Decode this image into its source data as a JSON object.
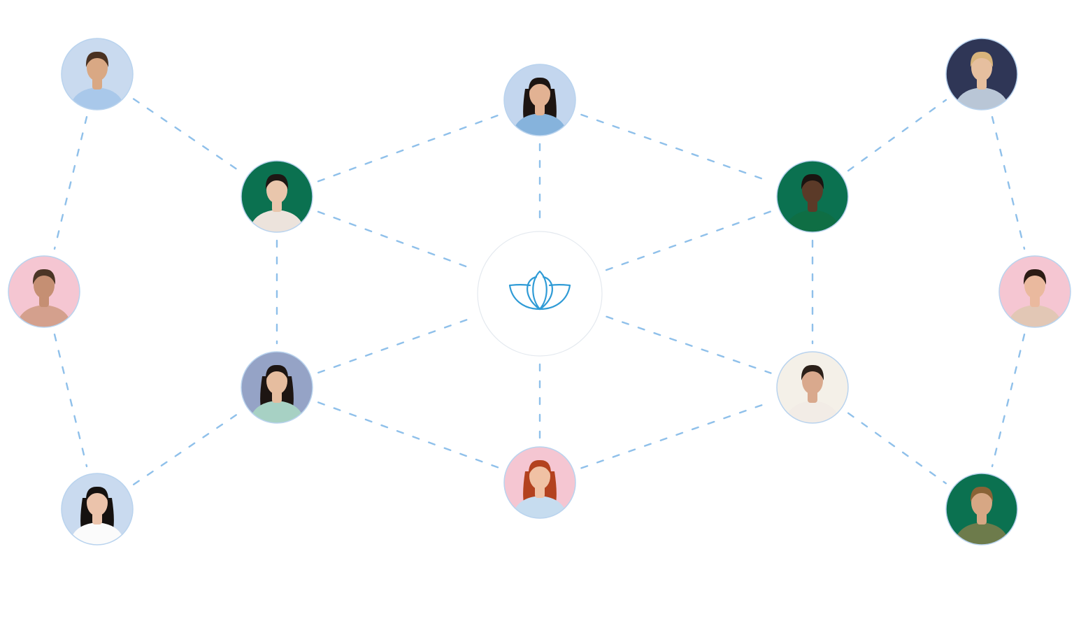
{
  "colors": {
    "connector": "#8fc0ea",
    "hub_icon": "#2f9bd6",
    "hub_background": "#ffffff"
  },
  "hub": {
    "icon": "lotus-icon"
  },
  "people": [
    {
      "id": "p1",
      "background": "#c9daef",
      "skin": "#d9a884",
      "hair": "#4a3222",
      "shirt": "#a9c8ea",
      "long_hair": false
    },
    {
      "id": "p2",
      "background": "#c3d6ee",
      "skin": "#e2b293",
      "hair": "#1d1512",
      "shirt": "#86b3dc",
      "long_hair": true
    },
    {
      "id": "p3",
      "background": "#2f3656",
      "skin": "#e6bf9f",
      "hair": "#d8b47b",
      "shirt": "#b9c6d6",
      "long_hair": false
    },
    {
      "id": "p4",
      "background": "#0b7150",
      "skin": "#e9c6ac",
      "hair": "#1e1714",
      "shirt": "#ece3dc",
      "long_hair": false
    },
    {
      "id": "p5",
      "background": "#0b7150",
      "skin": "#5b3a28",
      "hair": "#1a1411",
      "shirt": "#0f6e44",
      "long_hair": false
    },
    {
      "id": "p6",
      "background": "#f5c6d2",
      "skin": "#c58f73",
      "hair": "#4b3526",
      "shirt": "#d4a08d",
      "long_hair": false
    },
    {
      "id": "p7",
      "background": "#f5c6d2",
      "skin": "#eab99e",
      "hair": "#2c1c15",
      "shirt": "#e2c7b5",
      "long_hair": false
    },
    {
      "id": "p8",
      "background": "#95a3c6",
      "skin": "#e6bd9f",
      "hair": "#1d1512",
      "shirt": "#a7d1c4",
      "long_hair": true
    },
    {
      "id": "p9",
      "background": "#f4f0e8",
      "skin": "#d9a98d",
      "hair": "#2b2019",
      "shirt": "#f2ece6",
      "long_hair": false
    },
    {
      "id": "p10",
      "background": "#c9daef",
      "skin": "#ebc3ab",
      "hair": "#15110f",
      "shirt": "#fbfbfb",
      "long_hair": true
    },
    {
      "id": "p11",
      "background": "#f5c6d2",
      "skin": "#f0c1a4",
      "hair": "#b3421f",
      "shirt": "#c6dcef",
      "long_hair": true
    },
    {
      "id": "p12",
      "background": "#0b7150",
      "skin": "#d7a784",
      "hair": "#8a6336",
      "shirt": "#6d7b4b",
      "long_hair": false
    }
  ],
  "connections": [
    [
      "p1",
      "p6"
    ],
    [
      "p1",
      "p4"
    ],
    [
      "p6",
      "p10"
    ],
    [
      "p10",
      "p8"
    ],
    [
      "p4",
      "p2"
    ],
    [
      "p4",
      "p8"
    ],
    [
      "p4",
      "hub"
    ],
    [
      "p2",
      "p5"
    ],
    [
      "p2",
      "hub"
    ],
    [
      "p8",
      "hub"
    ],
    [
      "p8",
      "p11"
    ],
    [
      "hub",
      "p5"
    ],
    [
      "hub",
      "p9"
    ],
    [
      "hub",
      "p11"
    ],
    [
      "p11",
      "p9"
    ],
    [
      "p5",
      "p3"
    ],
    [
      "p5",
      "p9"
    ],
    [
      "p3",
      "p7"
    ],
    [
      "p7",
      "p12"
    ],
    [
      "p9",
      "p12"
    ]
  ]
}
